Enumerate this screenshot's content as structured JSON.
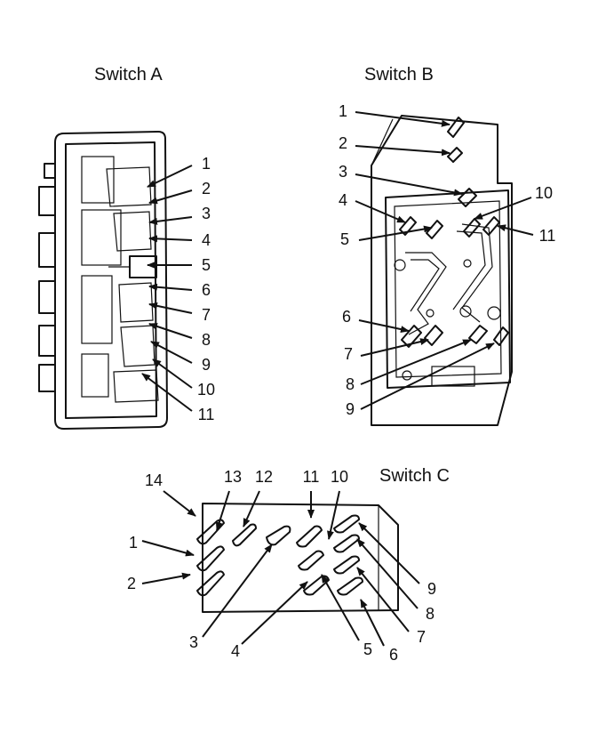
{
  "titles": {
    "switch_a": "Switch A",
    "switch_b": "Switch B",
    "switch_c": "Switch C"
  },
  "switch_a": {
    "terminals": [
      "1",
      "2",
      "3",
      "4",
      "5",
      "6",
      "7",
      "8",
      "9",
      "10",
      "11"
    ]
  },
  "switch_b": {
    "terminals": [
      "1",
      "2",
      "3",
      "4",
      "5",
      "10",
      "11",
      "6",
      "7",
      "8",
      "9"
    ]
  },
  "switch_c": {
    "terminals": [
      "14",
      "13",
      "12",
      "11",
      "10",
      "1",
      "2",
      "3",
      "4",
      "5",
      "6",
      "7",
      "8",
      "9"
    ]
  }
}
